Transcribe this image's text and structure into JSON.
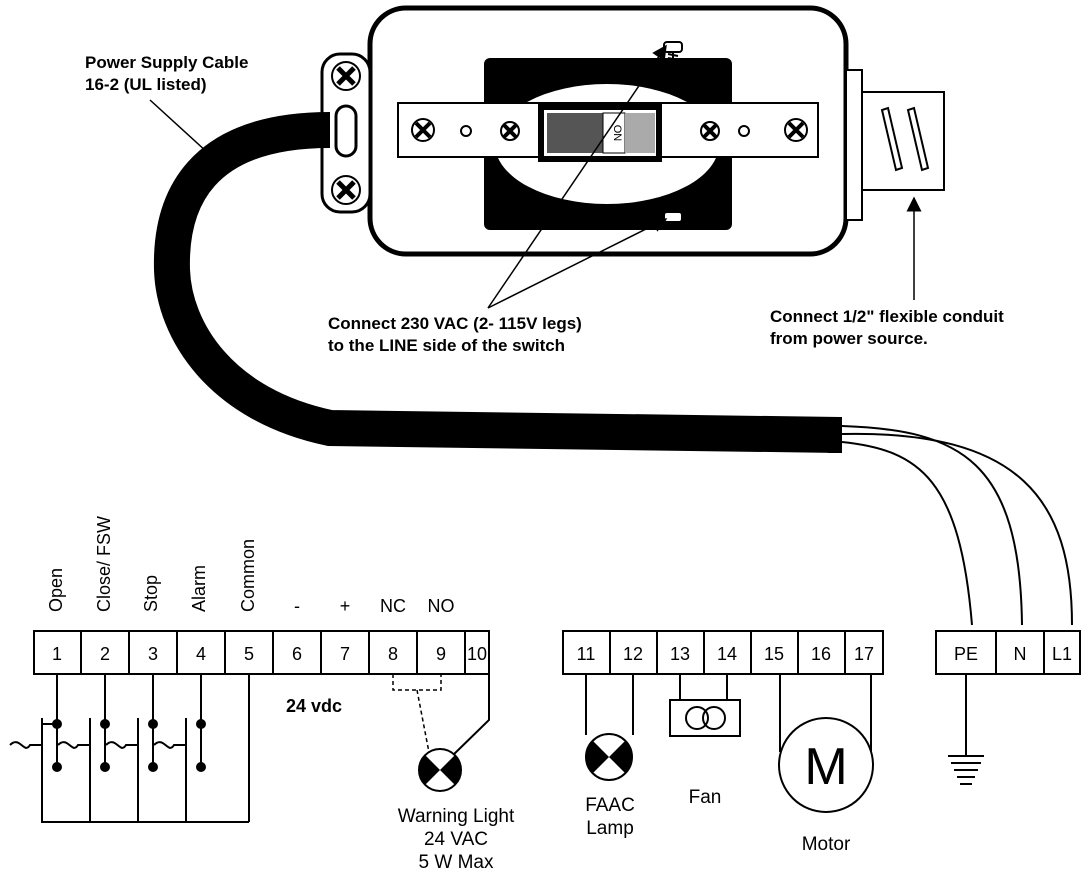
{
  "callouts": {
    "power_cable": [
      "Power Supply Cable",
      "16-2 (UL listed)"
    ],
    "connect_line": [
      "Connect 230 VAC (2- 115V legs)",
      "to the LINE side of the switch"
    ],
    "connect_conduit": [
      "Connect 1/2\" flexible conduit",
      "from power source."
    ]
  },
  "switch": {
    "on_label": "ON"
  },
  "terminal_labels": [
    "Open",
    "Close/ FSW",
    "Stop",
    "Alarm",
    "Common"
  ],
  "terminal_tops": {
    "t6": "-",
    "t7": "+",
    "t8": "NC",
    "t9": "NO"
  },
  "terminals_a": [
    "1",
    "2",
    "3",
    "4",
    "5",
    "6",
    "7",
    "8",
    "9",
    "10"
  ],
  "terminals_b": [
    "11",
    "12",
    "13",
    "14",
    "15",
    "16",
    "17"
  ],
  "terminals_c": [
    "PE",
    "N",
    "L1"
  ],
  "dc_label": "24 vdc",
  "warning_light": [
    "Warning Light",
    "24 VAC",
    "5 W Max"
  ],
  "lamp": [
    "FAAC",
    "Lamp"
  ],
  "fan": "Fan",
  "motor": {
    "symbol": "M",
    "label": "Motor"
  }
}
